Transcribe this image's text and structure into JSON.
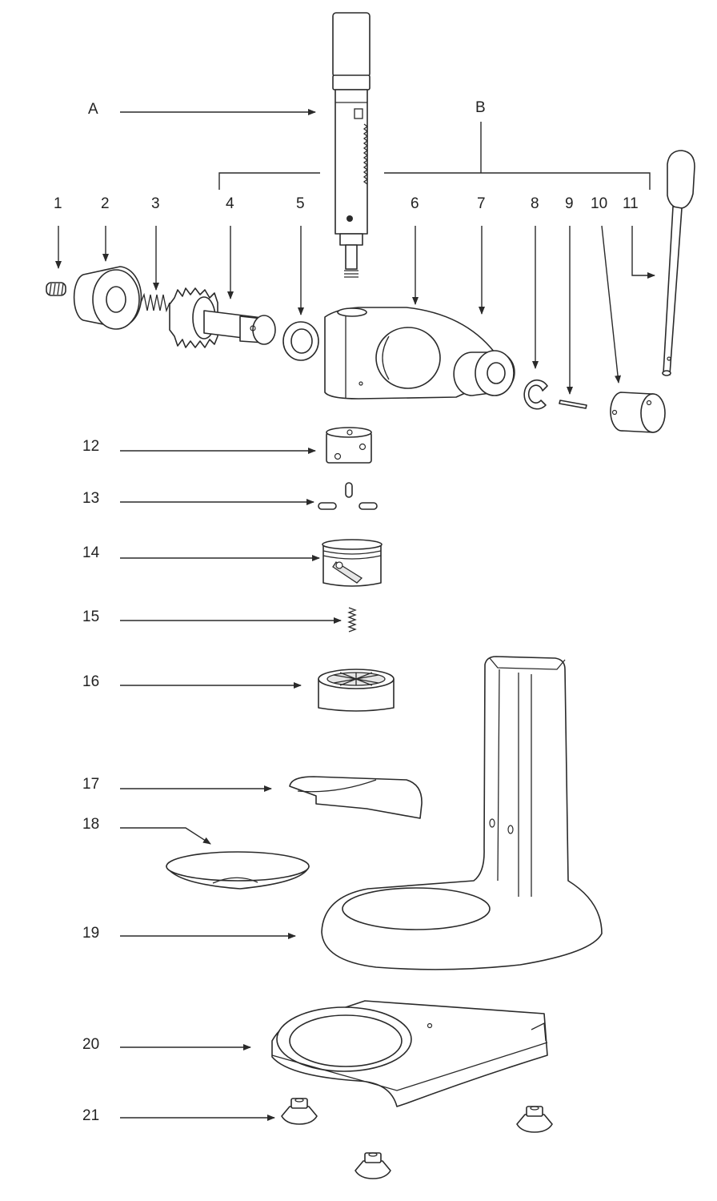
{
  "labels": {
    "A": "A",
    "B": "B",
    "p1": "1",
    "p2": "2",
    "p3": "3",
    "p4": "4",
    "p5": "5",
    "p6": "6",
    "p7": "7",
    "p8": "8",
    "p9": "9",
    "p10": "10",
    "p11": "11",
    "p12": "12",
    "p13": "13",
    "p14": "14",
    "p15": "15",
    "p16": "16",
    "p17": "17",
    "p18": "18",
    "p19": "19",
    "p20": "20",
    "p21": "21"
  },
  "colors": {
    "line": "#2a2a2a",
    "background": "#ffffff",
    "fill": "#ffffff",
    "shade": "#e6e6e6"
  }
}
